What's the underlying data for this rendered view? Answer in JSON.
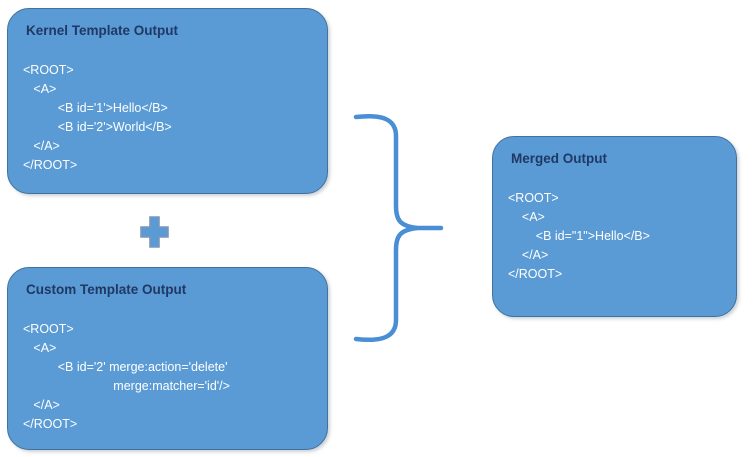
{
  "boxes": {
    "kernel": {
      "title": "Kernel Template Output",
      "code": [
        "<ROOT>",
        "   <A>",
        "          <B id='1'>Hello</B>",
        "          <B id='2'>World</B>",
        "   </A>",
        "</ROOT>"
      ]
    },
    "custom": {
      "title": "Custom Template Output",
      "code": [
        "<ROOT>",
        "   <A>",
        "          <B id='2' merge:action='delete'",
        "                          merge:matcher='id'/>",
        "   </A>",
        "</ROOT>"
      ]
    },
    "merged": {
      "title": "Merged Output",
      "code": [
        "<ROOT>",
        "    <A>",
        "        <B id=\"1\">Hello</B>",
        "    </A>",
        "</ROOT>"
      ]
    }
  },
  "operators": {
    "plus_icon": "plus-shape",
    "brace_icon": "right-curly-brace"
  },
  "colors": {
    "box_fill": "#5B9BD5",
    "box_border": "#41719C",
    "title_text": "#1F3864",
    "code_text": "#FFFFFF",
    "plus_fill": "#5B9BD5",
    "plus_border": "#7C96B8",
    "connector": "#4A8ED5",
    "background": "#FFFFFF"
  }
}
